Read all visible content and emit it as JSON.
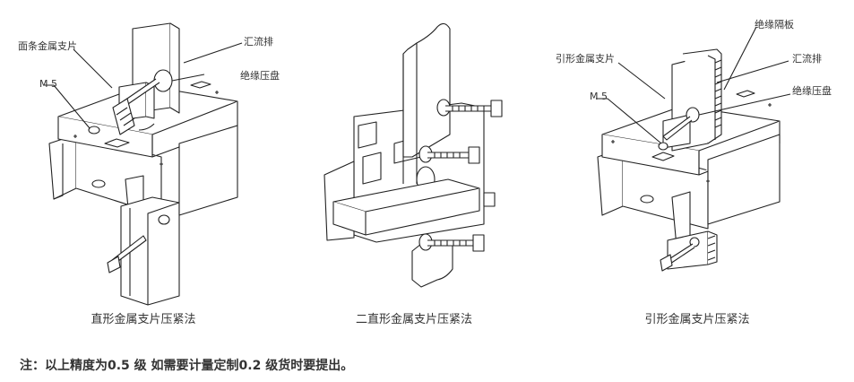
{
  "figures": [
    {
      "caption": "直形金属支片压紧法",
      "labels": {
        "a": "面条金属支片",
        "b": "汇流排",
        "c": "M 5",
        "d": "绝缘压盘"
      }
    },
    {
      "caption": "二直形金属支片压紧法",
      "labels": {}
    },
    {
      "caption": "引形金属支片压紧法",
      "labels": {
        "a": "绝缘隔板",
        "b": "引形金属支片",
        "c": "汇流排",
        "d": "M 5",
        "e": "绝缘压盘"
      }
    }
  ],
  "note": "注：以上精度为0.5 级 如需要计量定制0.2 级货时要提出。"
}
